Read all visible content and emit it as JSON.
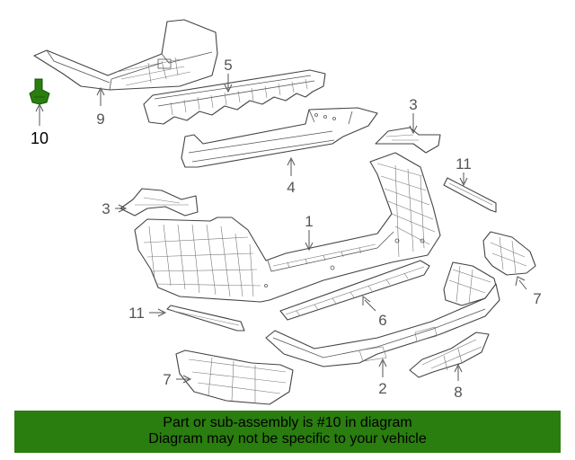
{
  "callouts": {
    "c1": "1",
    "c2": "2",
    "c3a": "3",
    "c3b": "3",
    "c4": "4",
    "c5": "5",
    "c6": "6",
    "c7a": "7",
    "c7b": "7",
    "c8": "8",
    "c9": "9",
    "c10": "10",
    "c11a": "11",
    "c11b": "11"
  },
  "highlight_color": "#2a7d0f",
  "banner": {
    "line1": "Part or sub-assembly is #10 in diagram",
    "line2": "Diagram may not be specific to your vehicle"
  }
}
